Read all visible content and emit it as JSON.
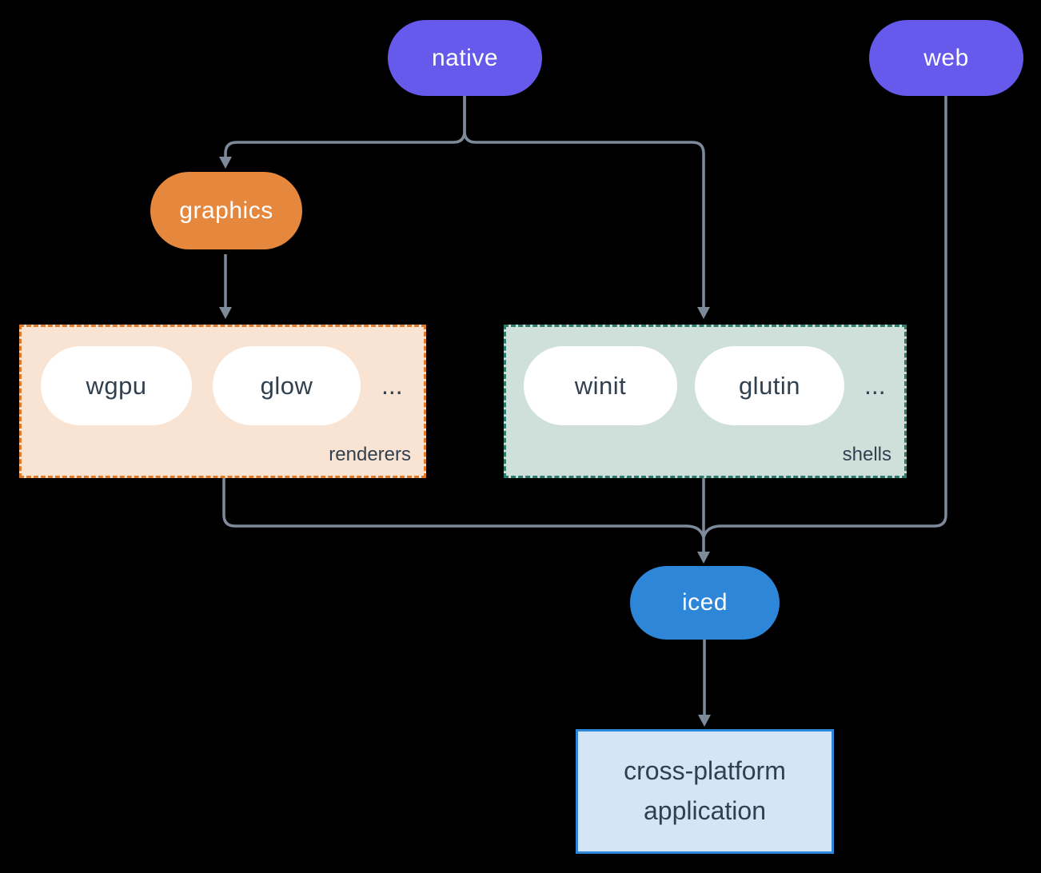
{
  "colors": {
    "bg": "#000000",
    "purple": "#655AEC",
    "orange": "#E5873D",
    "blue": "#2E86D8",
    "renderers-bg": "#F9E4D4",
    "renderers-border": "#E07A28",
    "shells-bg": "#CFE0DA",
    "shells-border": "#2E7D6C",
    "app-bg": "#D4E5F7",
    "app-border": "#2E86D8",
    "line": "#7C8A99",
    "dark-text": "#31404F",
    "pill-bg": "#FFFFFF"
  },
  "nodes": {
    "native": {
      "label": "native"
    },
    "web": {
      "label": "web"
    },
    "graphics": {
      "label": "graphics"
    },
    "iced": {
      "label": "iced"
    },
    "application": {
      "label": "cross-platform application"
    }
  },
  "groups": {
    "renderers": {
      "label": "renderers",
      "items": [
        {
          "label": "wgpu"
        },
        {
          "label": "glow"
        }
      ],
      "ellipsis": "..."
    },
    "shells": {
      "label": "shells",
      "items": [
        {
          "label": "winit"
        },
        {
          "label": "glutin"
        }
      ],
      "ellipsis": "..."
    }
  },
  "edges": [
    {
      "from": "native",
      "to": "graphics"
    },
    {
      "from": "native",
      "to": "shells"
    },
    {
      "from": "graphics",
      "to": "renderers"
    },
    {
      "from": "renderers",
      "to": "iced"
    },
    {
      "from": "shells",
      "to": "iced"
    },
    {
      "from": "web",
      "to": "iced"
    },
    {
      "from": "iced",
      "to": "application"
    }
  ]
}
